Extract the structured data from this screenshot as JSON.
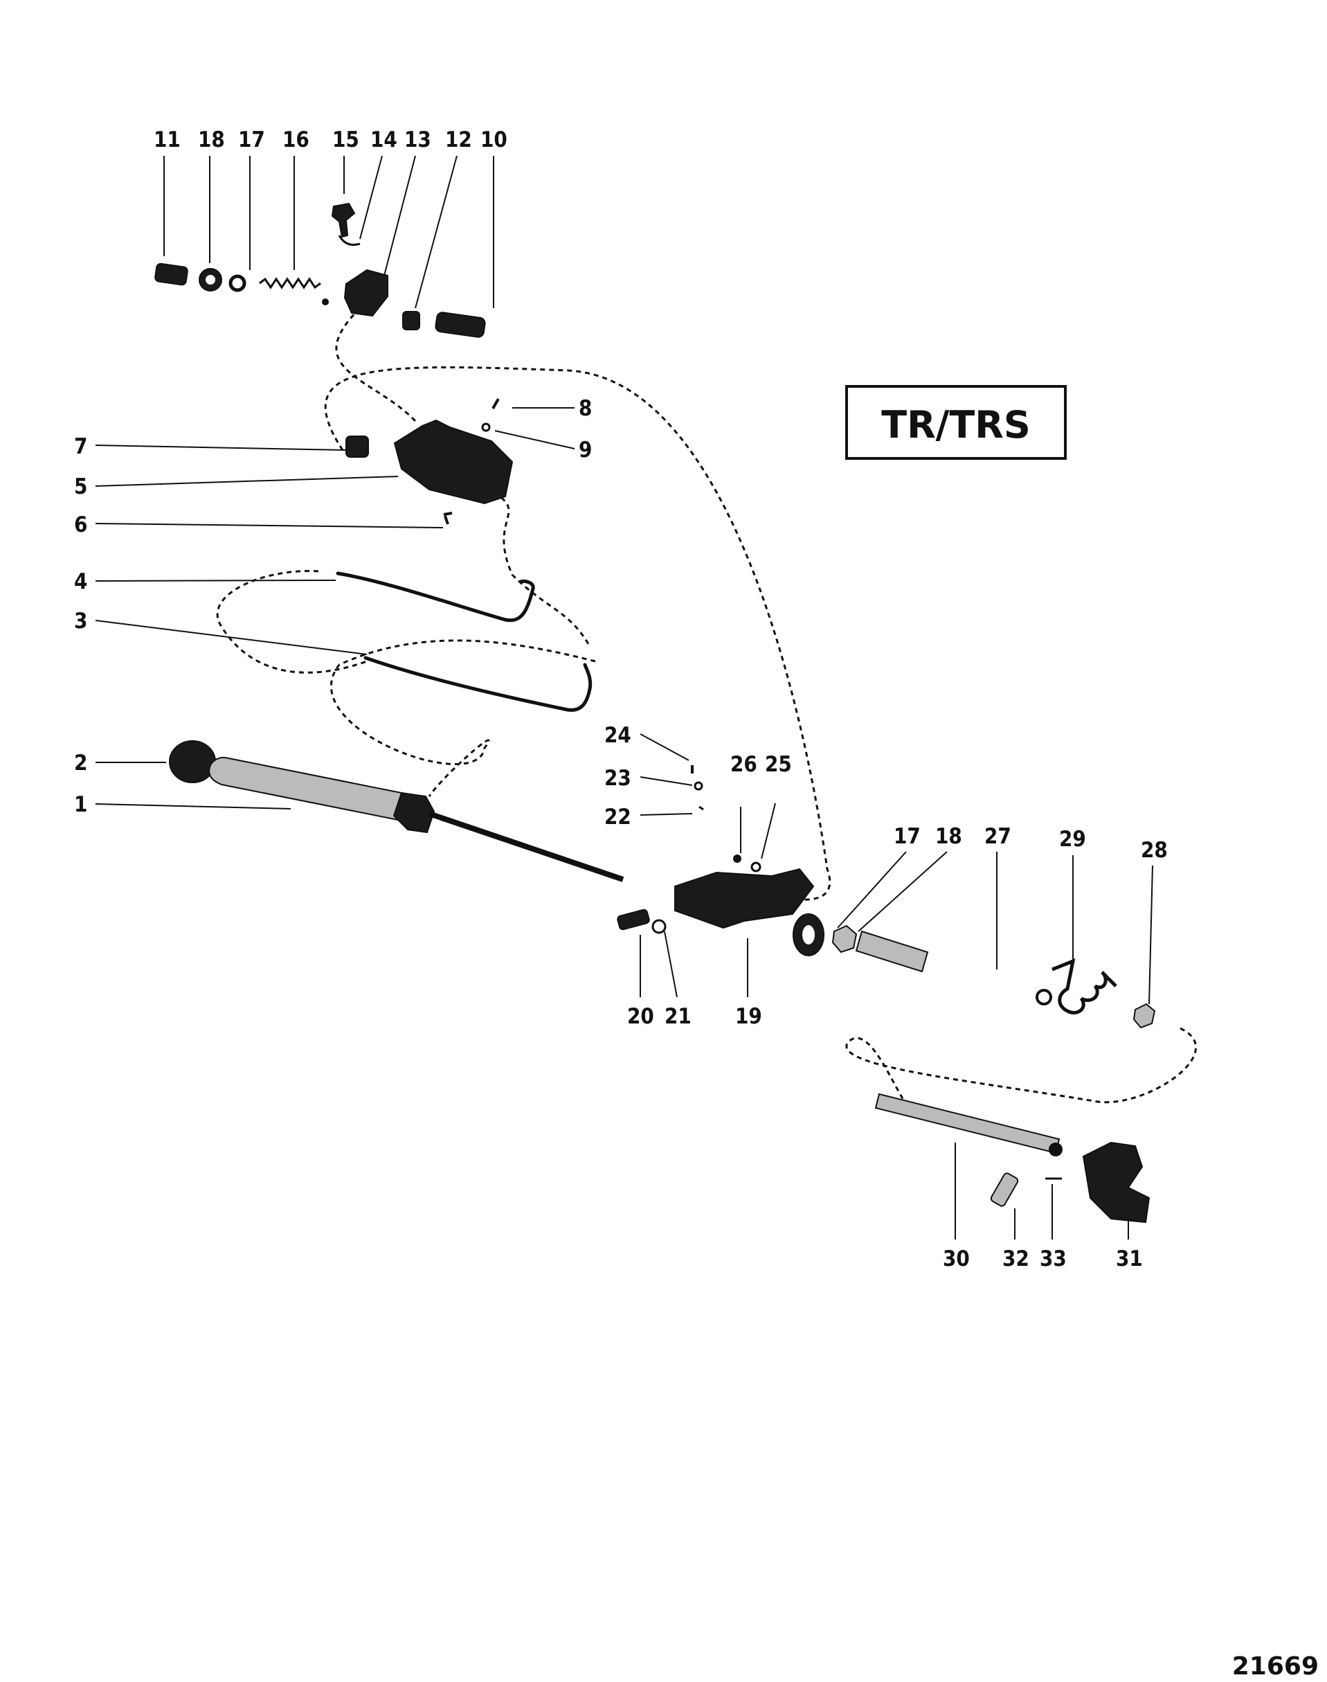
{
  "badge": {
    "label": "TR/TRS"
  },
  "figure_number": "21669",
  "callouts": {
    "c1": "1",
    "c2": "2",
    "c3": "3",
    "c4": "4",
    "c5": "5",
    "c6": "6",
    "c7": "7",
    "c8": "8",
    "c9": "9",
    "c10": "10",
    "c11": "11",
    "c12": "12",
    "c13": "13",
    "c14": "14",
    "c15": "15",
    "c16": "16",
    "c17a": "17",
    "c17b": "17",
    "c18a": "18",
    "c18b": "18",
    "c19": "19",
    "c20": "20",
    "c21": "21",
    "c22": "22",
    "c23": "23",
    "c24": "24",
    "c25": "25",
    "c26": "26",
    "c27": "27",
    "c28": "28",
    "c29": "29",
    "c30": "30",
    "c31": "31",
    "c32": "32",
    "c33": "33"
  }
}
